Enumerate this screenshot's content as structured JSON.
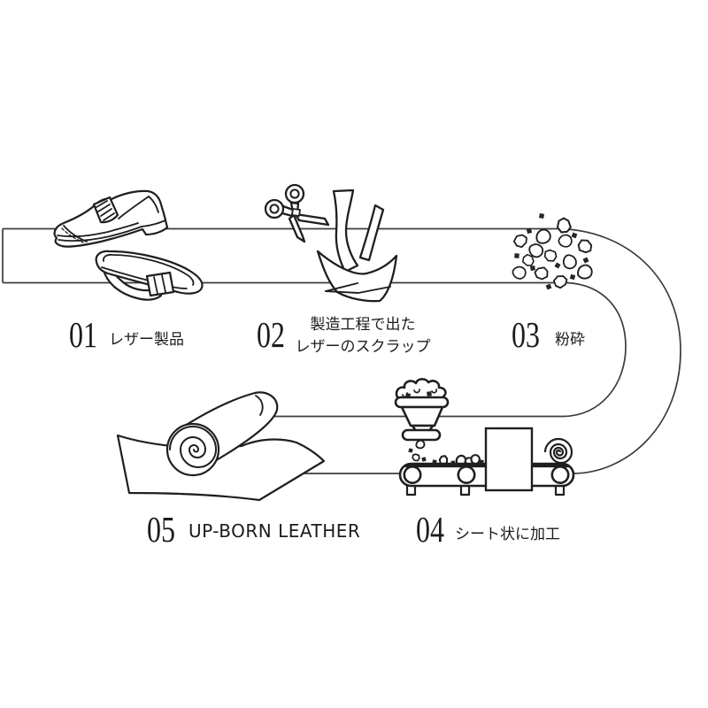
{
  "diagram": {
    "background": "#ffffff",
    "band_line_color": "#3c3c3c",
    "illustration_stroke_color": "#1f1f1f",
    "text_color": "#1c1c1c",
    "steps": [
      {
        "number": "01",
        "label": "レザー製品",
        "icons": [
          "dress-shoe",
          "belt"
        ]
      },
      {
        "number": "02",
        "label_line1": "製造工程で出た",
        "label_line2": "レザーのスクラップ",
        "icons": [
          "scissors",
          "leather-scraps"
        ]
      },
      {
        "number": "03",
        "label": "粉砕",
        "icons": [
          "crushed-particles"
        ]
      },
      {
        "number": "04",
        "label": "シート状に加工",
        "icons": [
          "hopper",
          "conveyor-belt",
          "press-box",
          "rolled-sheet-spiral"
        ]
      },
      {
        "number": "05",
        "label": "UP-BORN LEATHER",
        "icons": [
          "leather-roll",
          "leather-sheet"
        ]
      }
    ]
  }
}
